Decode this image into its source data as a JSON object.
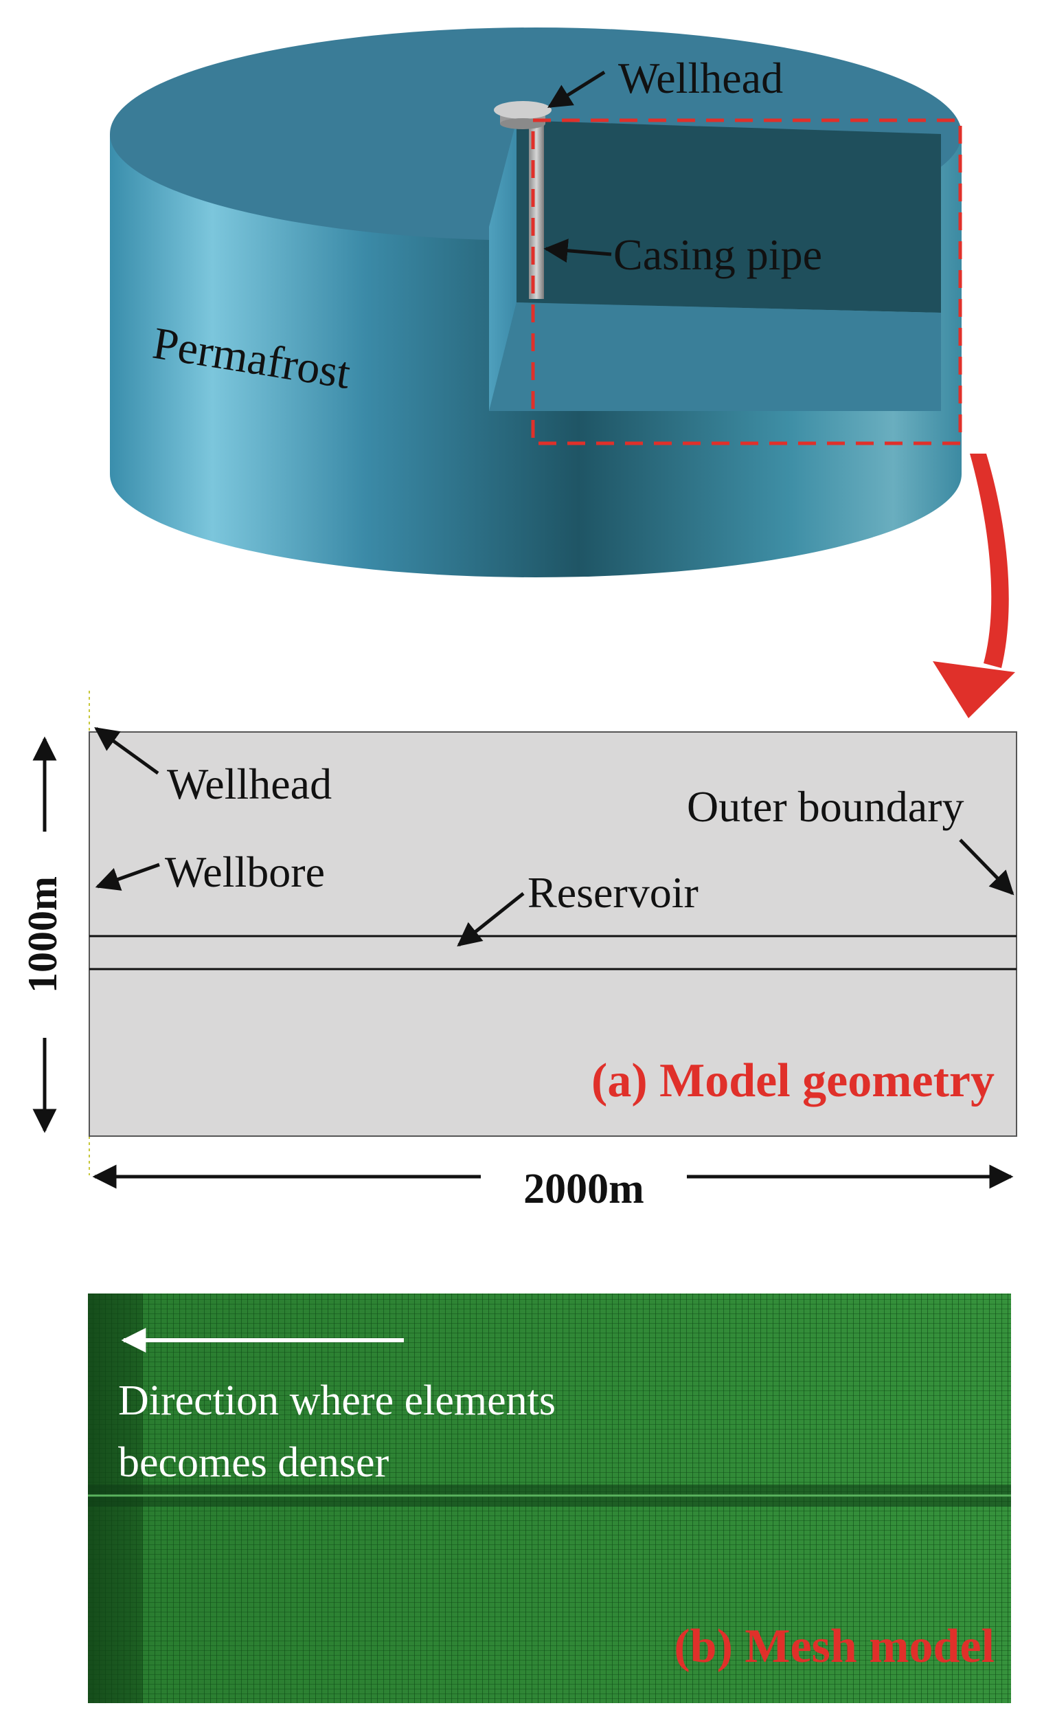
{
  "top_view": {
    "wellhead_label": "Wellhead",
    "casing_label": "Casing pipe",
    "permafrost_label": "Permafrost"
  },
  "geometry": {
    "wellhead_label": "Wellhead",
    "wellbore_label": "Wellbore",
    "reservoir_label": "Reservoir",
    "outer_boundary_label": "Outer boundary",
    "title": "(a) Model geometry",
    "height_dim": "1000m",
    "width_dim": "2000m"
  },
  "mesh": {
    "direction_line1": "Direction where elements",
    "direction_line2": "becomes denser",
    "title": "(b) Mesh model"
  },
  "colors": {
    "cylinder_blue": "#2f7f9c",
    "cylinder_dark": "#1f4f5c",
    "highlight_red": "#e0302a",
    "geometry_fill": "#d9d8d8",
    "mesh_green": "#2e8a35",
    "title_red": "#e0302a"
  }
}
